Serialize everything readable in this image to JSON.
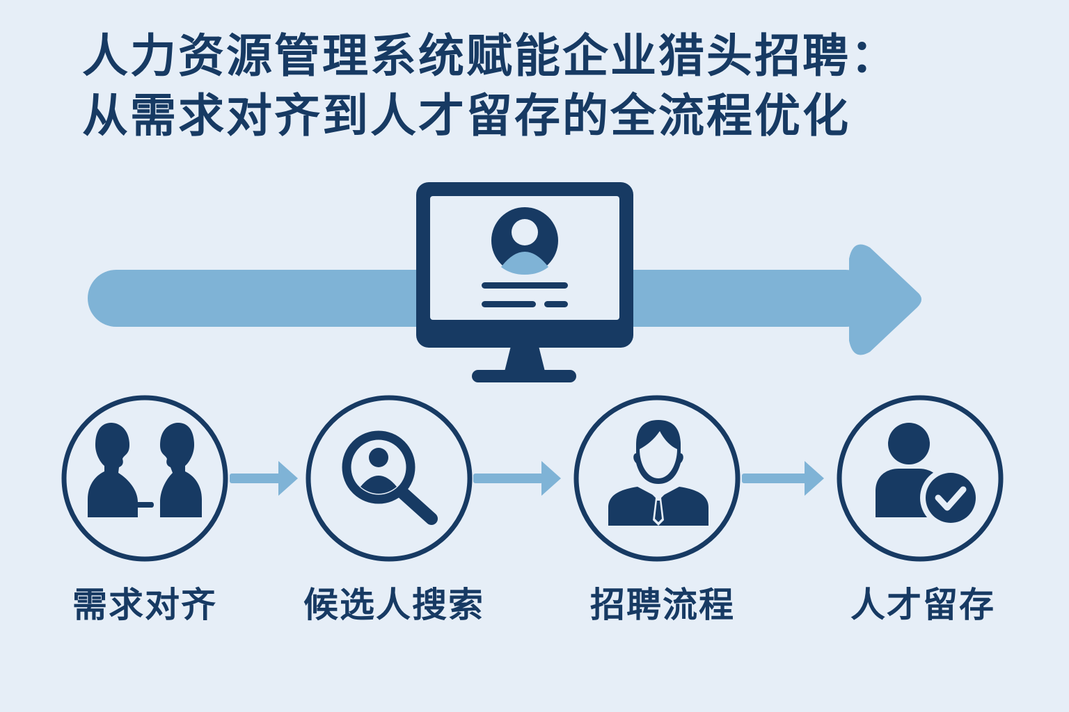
{
  "title": {
    "line1": "人力资源管理系统赋能企业猎头招聘：",
    "line2": "从需求对齐到人才留存的全流程优化"
  },
  "colors": {
    "background": "#e6eef7",
    "navy": "#173a63",
    "light_blue": "#7fb3d6"
  },
  "steps": [
    {
      "label": "需求对齐",
      "icon": "two-people-facing-icon"
    },
    {
      "label": "候选人搜索",
      "icon": "magnifier-person-icon"
    },
    {
      "label": "招聘流程",
      "icon": "businessman-icon"
    },
    {
      "label": "人才留存",
      "icon": "person-checkmark-icon"
    }
  ],
  "hero_icon": "monitor-profile-icon"
}
